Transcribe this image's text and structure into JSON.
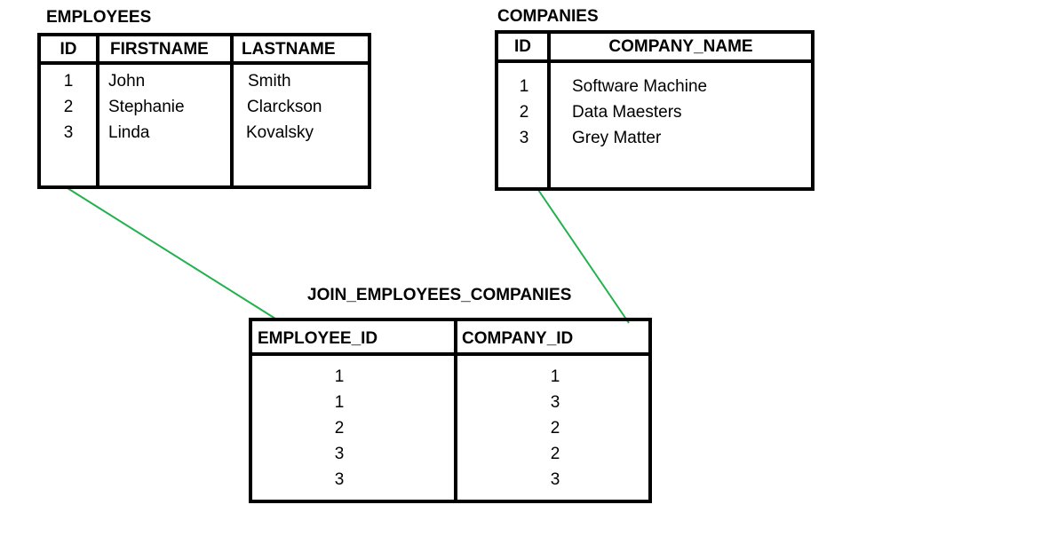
{
  "employees": {
    "title": "EMPLOYEES",
    "headers": [
      "ID",
      "FIRSTNAME",
      "LASTNAME"
    ],
    "rows": [
      [
        "1",
        "John",
        "Smith"
      ],
      [
        "2",
        "Stephanie",
        "Clarckson"
      ],
      [
        "3",
        "Linda",
        "Kovalsky"
      ]
    ]
  },
  "companies": {
    "title": "COMPANIES",
    "headers": [
      "ID",
      "COMPANY_NAME"
    ],
    "rows": [
      [
        "1",
        "Software Machine"
      ],
      [
        "2",
        "Data Maesters"
      ],
      [
        "3",
        "Grey Matter"
      ]
    ]
  },
  "join": {
    "title": "JOIN_EMPLOYEES_COMPANIES",
    "headers": [
      "EMPLOYEE_ID",
      "COMPANY_ID"
    ],
    "rows": [
      [
        "1",
        "1"
      ],
      [
        "1",
        "3"
      ],
      [
        "2",
        "2"
      ],
      [
        "3",
        "2"
      ],
      [
        "3",
        "3"
      ]
    ]
  },
  "colors": {
    "link": "#22b14c",
    "border": "#000000"
  }
}
